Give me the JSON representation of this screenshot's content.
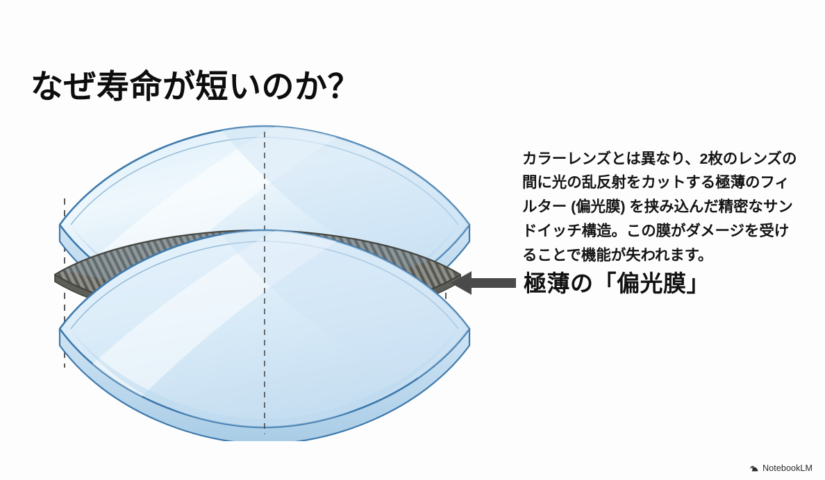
{
  "slide": {
    "title": "なぜ寿命が短いのか？",
    "background_color": "#fdfdfd"
  },
  "body": {
    "paragraph": "カラーレンズとは異なり、2枚のレンズの間に光の乱反射をカットする極薄のフィルター (偏光膜) を挟み込んだ精密なサンドイッチ構造。この膜がダメージを受けることで機能が失われます。"
  },
  "callout": {
    "label": "極薄の「偏光膜」",
    "arrow_direction": "left",
    "arrow_color": "#4a4a4a"
  },
  "diagram": {
    "name": "exploded-polarized-lens-stack",
    "layers": [
      {
        "id": "top-lens",
        "role": "upper lens",
        "fill": "#dbeaf6",
        "stroke": "#3e7aad"
      },
      {
        "id": "polarizing-film",
        "role": "polarizing filter film",
        "fill": "#8d8d8a",
        "stroke": "#4d4d4d",
        "pattern": "diagonal-stripes"
      },
      {
        "id": "bottom-lens",
        "role": "lower lens",
        "fill": "#dbeaf6",
        "stroke": "#3e7aad"
      }
    ],
    "guides": {
      "style": "dashed",
      "color": "#3a3a3a",
      "lines": [
        "left-alignment-guide",
        "center-alignment-guide",
        "right-alignment-guide"
      ]
    }
  },
  "footer": {
    "brand": "NotebookLM",
    "icon": "notebooklm-logo-icon"
  },
  "colors": {
    "title": "#0d0d0d",
    "text": "#141414",
    "lens_fill_light": "#eef6fb",
    "lens_fill": "#cfe5f4",
    "lens_stroke": "#3e7aad",
    "film_fill": "#8d8d8a",
    "film_stroke": "#4d4d4d",
    "arrow": "#4a4a4a"
  }
}
